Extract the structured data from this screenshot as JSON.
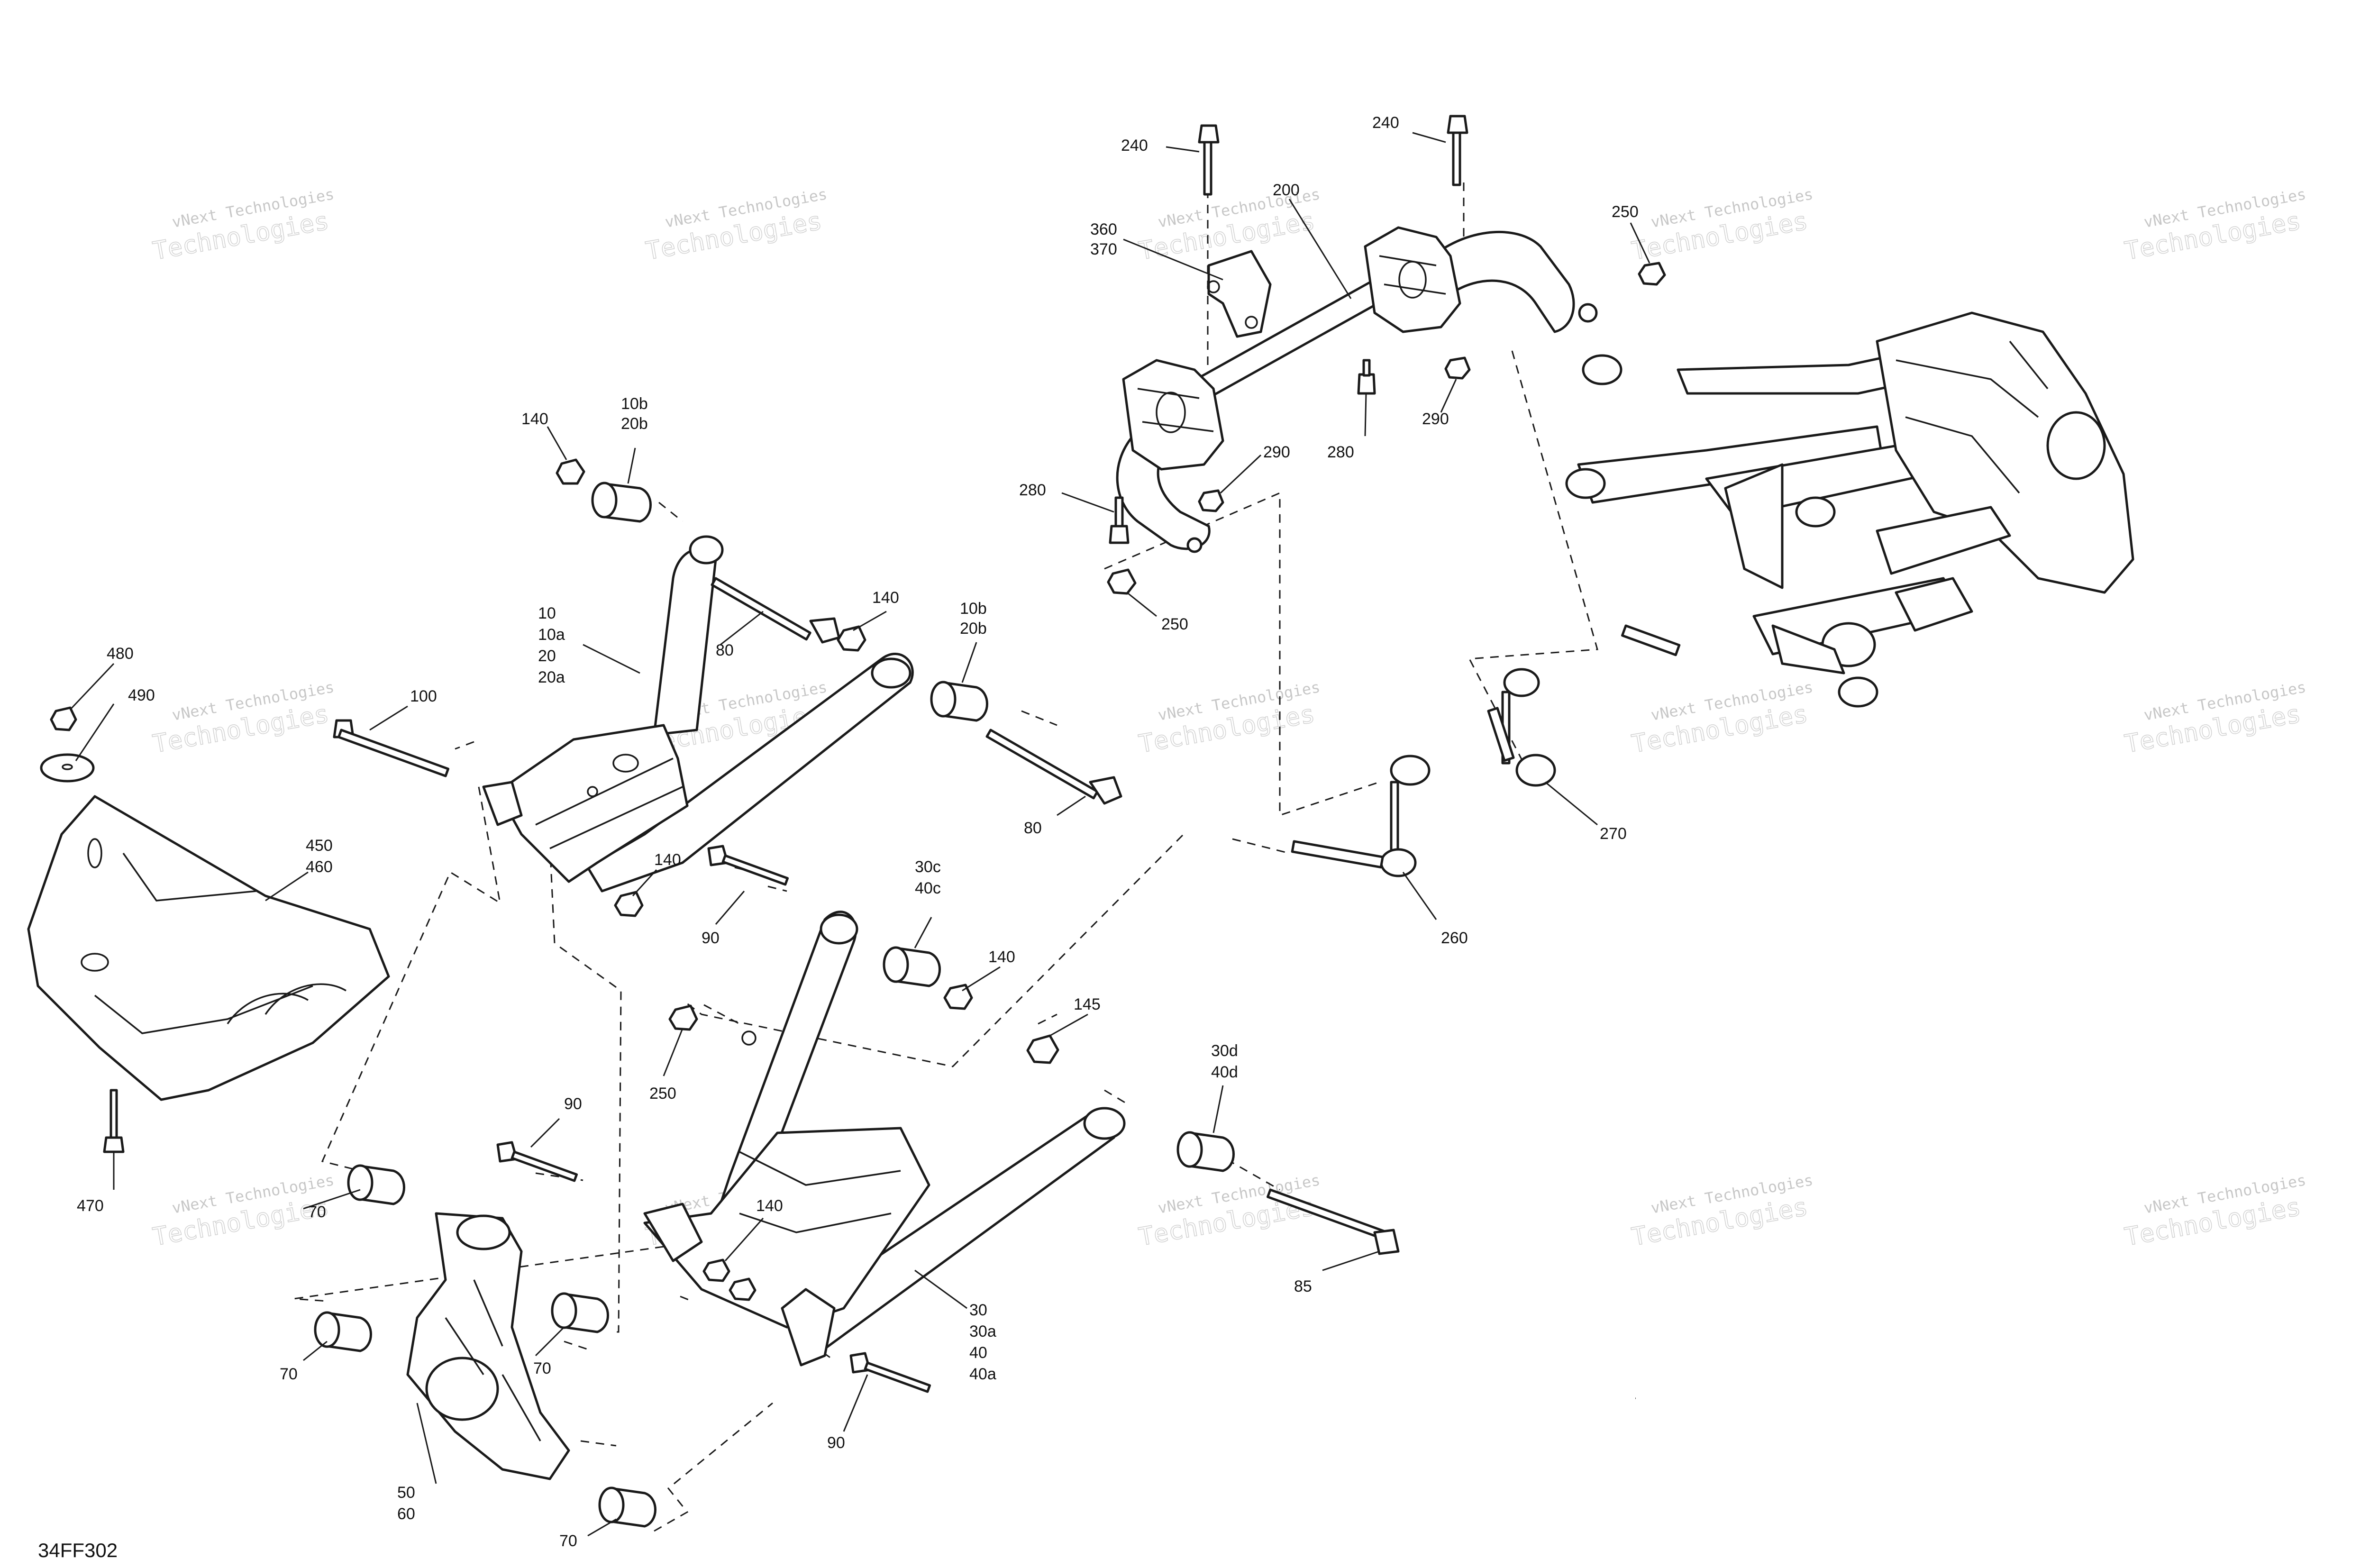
{
  "figure_code": "34FF302",
  "watermark": {
    "line1": "vNext Technologies",
    "line2": "Technologies"
  },
  "colors": {
    "line": "#1a1a1a",
    "watermark": "#9a9a9a",
    "background": "#ffffff"
  },
  "callouts": {
    "c240a": [
      "240"
    ],
    "c240b": [
      "240"
    ],
    "c200": [
      "200"
    ],
    "c360": [
      "360",
      "370"
    ],
    "c250a": [
      "250"
    ],
    "c290a": [
      "290"
    ],
    "c280a": [
      "280"
    ],
    "c290b": [
      "290"
    ],
    "c280b": [
      "280"
    ],
    "c250b": [
      "250"
    ],
    "c140a": [
      "140"
    ],
    "c10b20b_a": [
      "10b",
      "20b"
    ],
    "c10": [
      "10",
      "10a",
      "20",
      "20a"
    ],
    "c80a": [
      "80"
    ],
    "c140b": [
      "140"
    ],
    "c10b20b_b": [
      "10b",
      "20b"
    ],
    "c80b": [
      "80"
    ],
    "c100": [
      "100"
    ],
    "c480": [
      "480"
    ],
    "c490": [
      "490"
    ],
    "c450": [
      "450",
      "460"
    ],
    "c140c": [
      "140"
    ],
    "c90a": [
      "90"
    ],
    "c30c": [
      "30c",
      "40c"
    ],
    "c140d": [
      "140"
    ],
    "c145": [
      "145"
    ],
    "c250c": [
      "250"
    ],
    "c30d": [
      "30d",
      "40d"
    ],
    "c90b": [
      "90"
    ],
    "c470": [
      "470"
    ],
    "c70a": [
      "70"
    ],
    "c140e": [
      "140"
    ],
    "c85": [
      "85"
    ],
    "c70b": [
      "70"
    ],
    "c70c": [
      "70"
    ],
    "c30": [
      "30",
      "30a",
      "40",
      "40a"
    ],
    "c90c": [
      "90"
    ],
    "c50": [
      "50",
      "60"
    ],
    "c70d": [
      "70"
    ],
    "c260": [
      "260"
    ],
    "c270": [
      "270"
    ]
  }
}
